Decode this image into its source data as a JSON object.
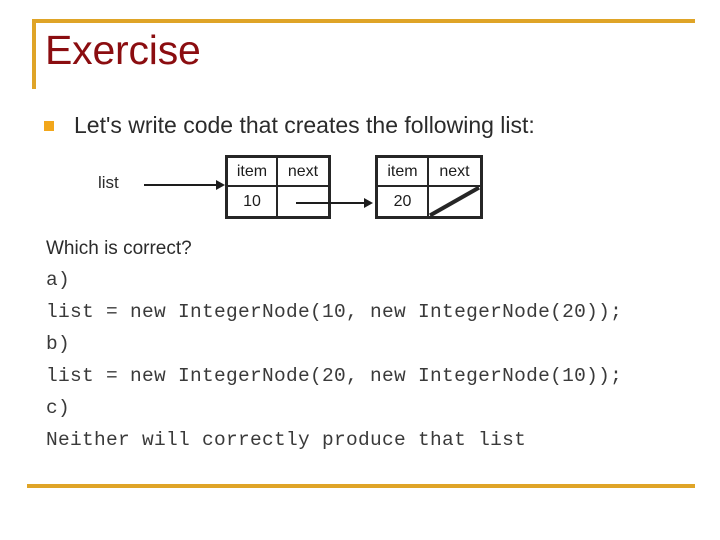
{
  "slide": {
    "title": "Exercise",
    "accent_color": "#dfa427",
    "title_color": "#8b0d10",
    "bullet_color": "#f2a71b",
    "body_color": "#2b2b2b"
  },
  "bullet": {
    "text": "Let's write code that creates the following list:"
  },
  "diagram": {
    "pointer_label": "list",
    "nodes": [
      {
        "header": {
          "item": "item",
          "next": "next"
        },
        "item_value": "10",
        "next_value": "",
        "next_is_null": false
      },
      {
        "header": {
          "item": "item",
          "next": "next"
        },
        "item_value": "20",
        "next_value": "",
        "next_is_null": true
      }
    ]
  },
  "question": {
    "prompt": "Which is correct?",
    "options": [
      {
        "label": "a)",
        "code": "list = new IntegerNode(10, new IntegerNode(20));"
      },
      {
        "label": "b)",
        "code": "list = new IntegerNode(20, new IntegerNode(10));"
      },
      {
        "label": "c)",
        "code": "Neither will correctly produce that list"
      }
    ]
  }
}
